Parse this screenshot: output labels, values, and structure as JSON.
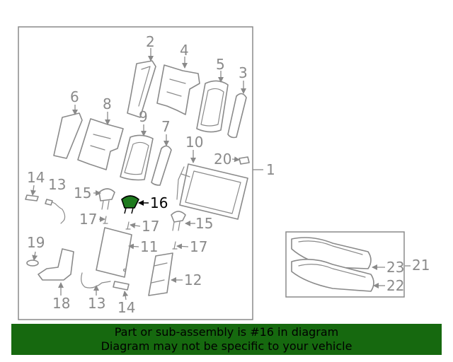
{
  "callouts": {
    "c1": "1",
    "c2": "2",
    "c3": "3",
    "c4": "4",
    "c5": "5",
    "c6": "6",
    "c7": "7",
    "c8": "8",
    "c9": "9",
    "c10": "10",
    "c11": "11",
    "c12": "12",
    "c13a": "13",
    "c13b": "13",
    "c14a": "14",
    "c14b": "14",
    "c15a": "15",
    "c15b": "15",
    "c16": "16",
    "c17a": "17",
    "c17b": "17",
    "c17c": "17",
    "c18": "18",
    "c19": "19",
    "c20": "20",
    "c21": "21",
    "c22": "22",
    "c23": "23"
  },
  "highlight": {
    "part": "16",
    "color": "#1e7a1e"
  },
  "banner": {
    "line1": "Part or sub-assembly is #16 in diagram",
    "line2": "Diagram may not be specific to your vehicle",
    "background": "#16690f"
  }
}
